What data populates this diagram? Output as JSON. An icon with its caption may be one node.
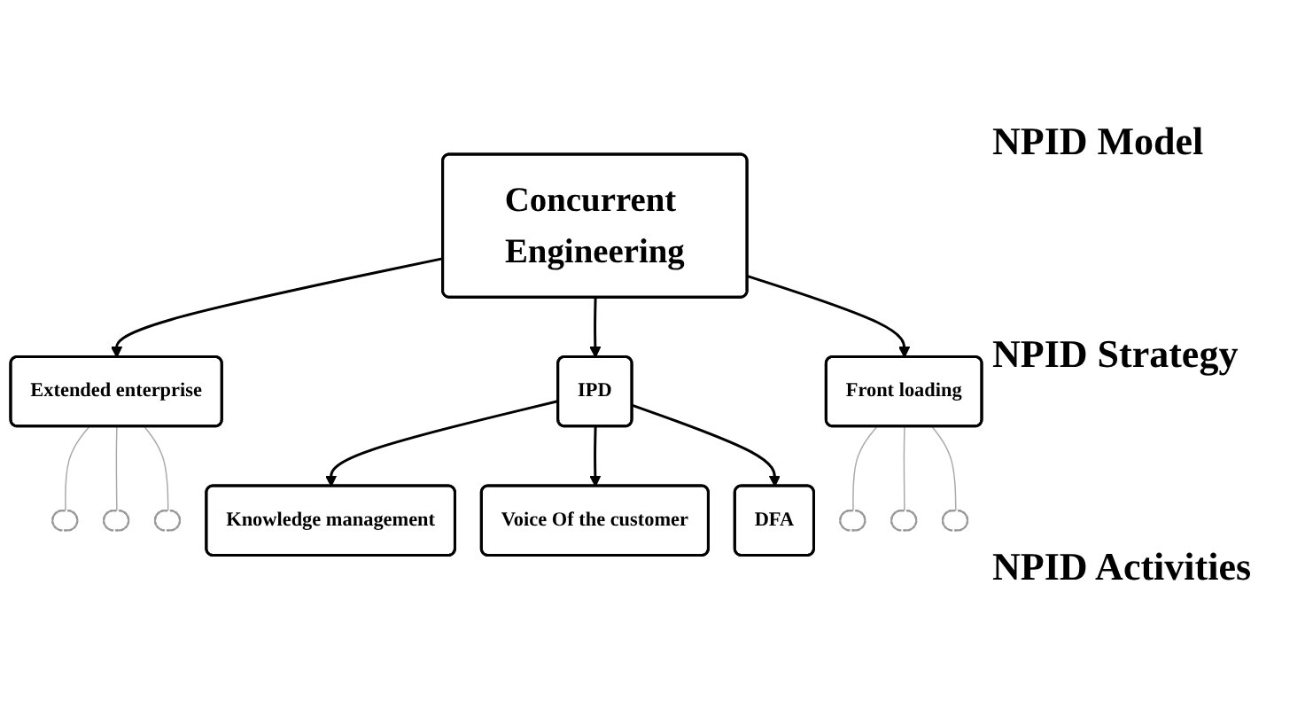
{
  "diagram": {
    "nodes": [
      {
        "text": [
          "Concurrent Engineering"
        ]
      },
      {
        "text": [
          "Extended enterprise"
        ]
      },
      {
        "text": [
          "IPD"
        ]
      },
      {
        "text": [
          "Front loading"
        ]
      },
      {
        "text": [],
        "shape": "ellipse"
      },
      {
        "text": [],
        "shape": "ellipse"
      },
      {
        "text": [],
        "shape": "ellipse"
      },
      {
        "text": [],
        "shape": "ellipse"
      },
      {
        "text": [],
        "shape": "ellipse"
      },
      {
        "text": [],
        "shape": "ellipse"
      },
      {
        "text": [
          "Knowledge management"
        ]
      },
      {
        "text": [
          "Voice Of the customer"
        ]
      },
      {
        "text": [
          "DFA"
        ]
      }
    ],
    "edges": [
      {
        "from": 0,
        "to": 1,
        "arrow": "to"
      },
      {
        "from": 0,
        "to": 2,
        "arrow": "to"
      },
      {
        "from": 0,
        "to": 3,
        "arrow": "to"
      },
      {
        "from": 1,
        "to": 4,
        "arrow": "none",
        "color": "#aaaaaa"
      },
      {
        "from": 1,
        "to": 5,
        "arrow": "none",
        "color": "#aaaaaa"
      },
      {
        "from": 1,
        "to": 6,
        "arrow": "none",
        "color": "#aaaaaa"
      },
      {
        "from": 3,
        "to": 7,
        "arrow": "none",
        "color": "#aaaaaa"
      },
      {
        "from": 3,
        "to": 8,
        "arrow": "none",
        "color": "#aaaaaa"
      },
      {
        "from": 3,
        "to": 9,
        "arrow": "none",
        "color": "#aaaaaa"
      },
      {
        "from": 2,
        "to": 10,
        "arrow": "to"
      },
      {
        "from": 2,
        "to": 11,
        "arrow": "to"
      },
      {
        "from": 2,
        "to": 12,
        "arrow": "to"
      }
    ],
    "labels": [
      "NPID Model",
      "NPID Strategy",
      "NPID Activities"
    ]
  }
}
